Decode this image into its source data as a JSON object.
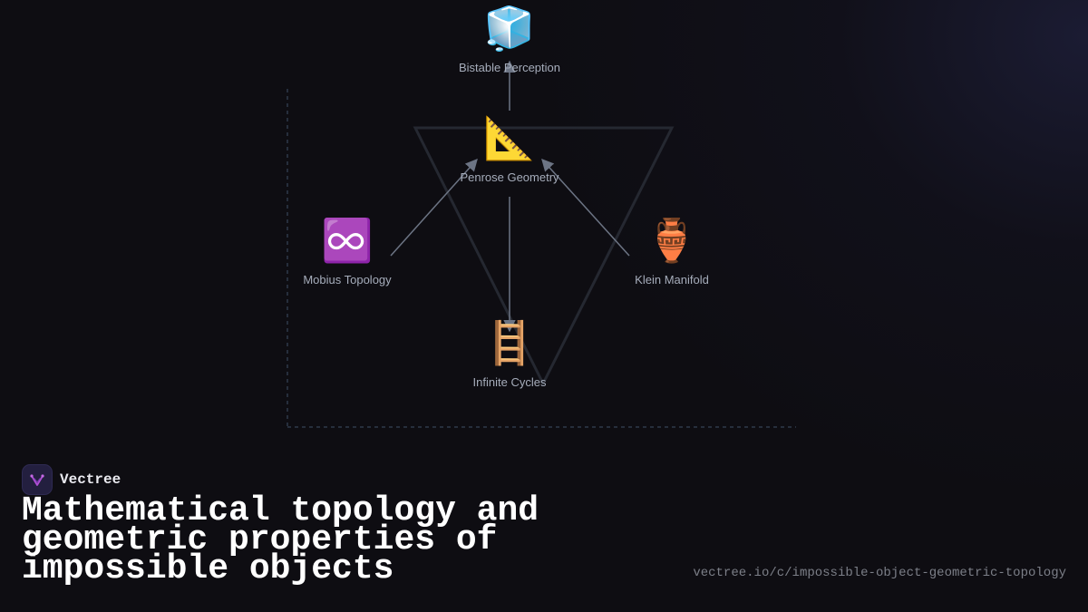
{
  "diagram": {
    "nodes": [
      {
        "id": "bistable",
        "icon": "ice-cube-icon",
        "glyph": "🧊",
        "label": "Bistable Perception"
      },
      {
        "id": "penrose",
        "icon": "triangular-ruler-icon",
        "glyph": "📐",
        "label": "Penrose Geometry"
      },
      {
        "id": "mobius",
        "icon": "infinity-icon",
        "glyph": "♾️",
        "label": "Mobius Topology"
      },
      {
        "id": "klein",
        "icon": "amphora-icon",
        "glyph": "🏺",
        "label": "Klein Manifold"
      },
      {
        "id": "cycles",
        "icon": "ladder-icon",
        "glyph": "🪜",
        "label": "Infinite Cycles"
      }
    ],
    "edges": [
      {
        "from": "penrose",
        "to": "bistable"
      },
      {
        "from": "mobius",
        "to": "penrose"
      },
      {
        "from": "klein",
        "to": "penrose"
      },
      {
        "from": "penrose",
        "to": "cycles"
      }
    ]
  },
  "brand": {
    "name": "Vectree",
    "logo_icon": "vectree-logo-icon",
    "accent": "#b04fd6"
  },
  "headline": "Mathematical topology and geometric properties of impossible objects",
  "footer_url": "vectree.io/c/impossible-object-geometric-topology",
  "colors": {
    "background": "#0e0d12",
    "edge": "#6c7484",
    "triangle": "#252831",
    "frame": "#2e3a4a",
    "label": "#a6adbb"
  }
}
